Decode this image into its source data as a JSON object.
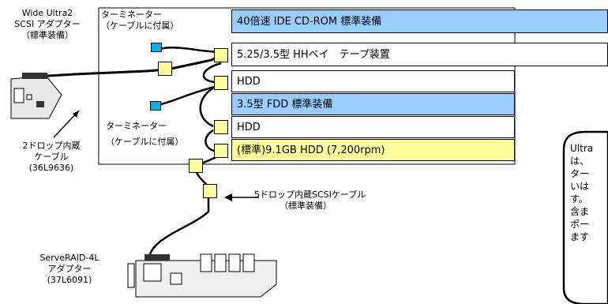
{
  "labels": {
    "wide_adapter": [
      "Wide Ultra2",
      "SCSI アダプター",
      "（標準装備）"
    ],
    "terminator_top": [
      "ターミネーター",
      "（ケーブルに付属）"
    ],
    "terminator_mid": [
      "ターミネーター",
      "（ケーブルに付属）"
    ],
    "cable_2drop": [
      "2ドロップ内蔵",
      "ケーブル",
      "(36L9636)"
    ],
    "cable_5drop": [
      "5ドロップ内蔵SCSIケーブル",
      "（標準装備）"
    ],
    "serveraid": [
      "ServeRAID-4L",
      "アダプター",
      "(37L6091)"
    ]
  },
  "bays": [
    "40倍速 IDE CD-ROM 標準装備",
    "5.25/3.5型 HHベイ　テープ装置",
    "HDD",
    "3.5型 FDD 標準装備",
    "HDD",
    "(標準)9.1GB HDD (7,200rpm)"
  ],
  "note_lines": [
    "Ultra",
    "は、",
    "ター",
    "いは",
    "す。",
    "含ま",
    "ポー",
    "ます"
  ],
  "colors": {
    "blue_bay": "#99ccff",
    "yellow_bay": "#ffff99",
    "connector_yellow": "#ffff99",
    "terminator_cyan": "#00b0e8"
  }
}
